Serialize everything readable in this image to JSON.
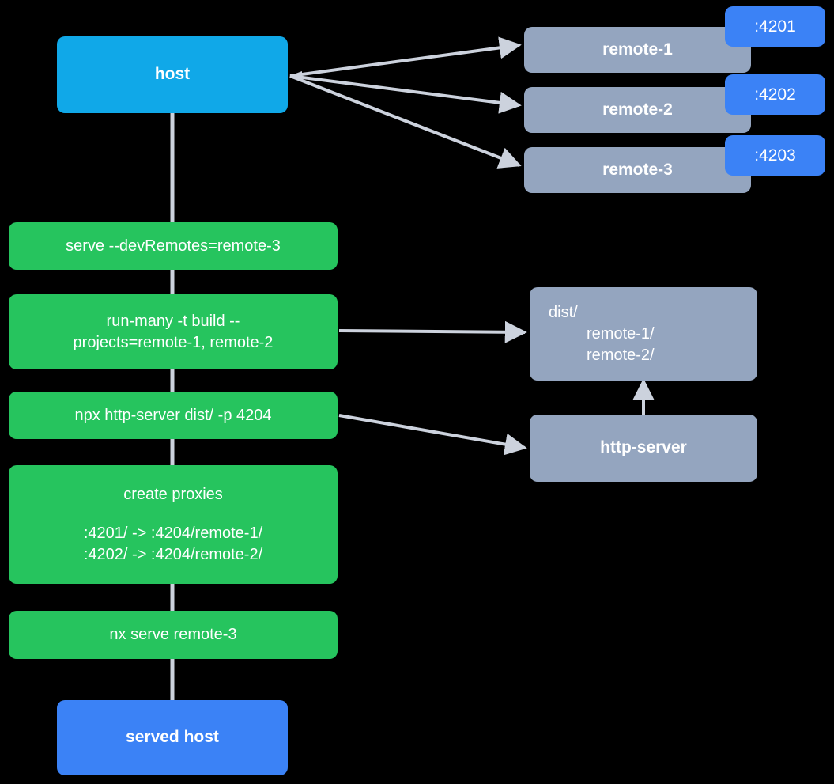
{
  "diagram": {
    "title": "host and remotes serve flow",
    "background": "#000000",
    "colors": {
      "host": "#10a8e8",
      "served_host": "#3b82f6",
      "remote": "#94a5bf",
      "command": "#26c45e",
      "artifact": "#94a5bf",
      "service": "#94a5bf",
      "port_badge": "#3b82f6",
      "edge": "#ccd2dd",
      "text": "#ffffff"
    }
  },
  "nodes": {
    "host": {
      "label": "host"
    },
    "served_host": {
      "label": "served host"
    },
    "remotes": [
      {
        "label": "remote-1",
        "port": ":4201"
      },
      {
        "label": "remote-2",
        "port": ":4202"
      },
      {
        "label": "remote-3",
        "port": ":4203"
      }
    ],
    "commands": [
      {
        "id": "serve",
        "label": "serve --devRemotes=remote-3"
      },
      {
        "id": "run-many",
        "line1": "run-many -t build --",
        "line2": "projects=remote-1, remote-2"
      },
      {
        "id": "npx-http-server",
        "label": "npx http-server dist/ -p 4204"
      },
      {
        "id": "create-proxies",
        "title": "create proxies",
        "proxy1": ":4201/ -> :4204/remote-1/",
        "proxy2": ":4202/ -> :4204/remote-2/"
      },
      {
        "id": "nx-serve-remote-3",
        "label": "nx serve remote-3"
      }
    ],
    "dist": {
      "root": "dist/",
      "child1": "remote-1/",
      "child2": "remote-2/"
    },
    "http_server": {
      "label": "http-server"
    }
  },
  "edges": [
    {
      "from": "host",
      "to": "remote-1",
      "kind": "arrow"
    },
    {
      "from": "host",
      "to": "remote-2",
      "kind": "arrow"
    },
    {
      "from": "host",
      "to": "remote-3",
      "kind": "arrow"
    },
    {
      "from": "host",
      "to": "serve",
      "kind": "line"
    },
    {
      "from": "serve",
      "to": "run-many",
      "kind": "line"
    },
    {
      "from": "run-many",
      "to": "npx-http-server",
      "kind": "line"
    },
    {
      "from": "npx-http-server",
      "to": "create-proxies",
      "kind": "line"
    },
    {
      "from": "create-proxies",
      "to": "nx-serve-remote-3",
      "kind": "line"
    },
    {
      "from": "nx-serve-remote-3",
      "to": "served-host",
      "kind": "line"
    },
    {
      "from": "run-many",
      "to": "dist",
      "kind": "arrow"
    },
    {
      "from": "npx-http-server",
      "to": "http-server",
      "kind": "arrow"
    },
    {
      "from": "http-server",
      "to": "dist",
      "kind": "arrow"
    }
  ]
}
